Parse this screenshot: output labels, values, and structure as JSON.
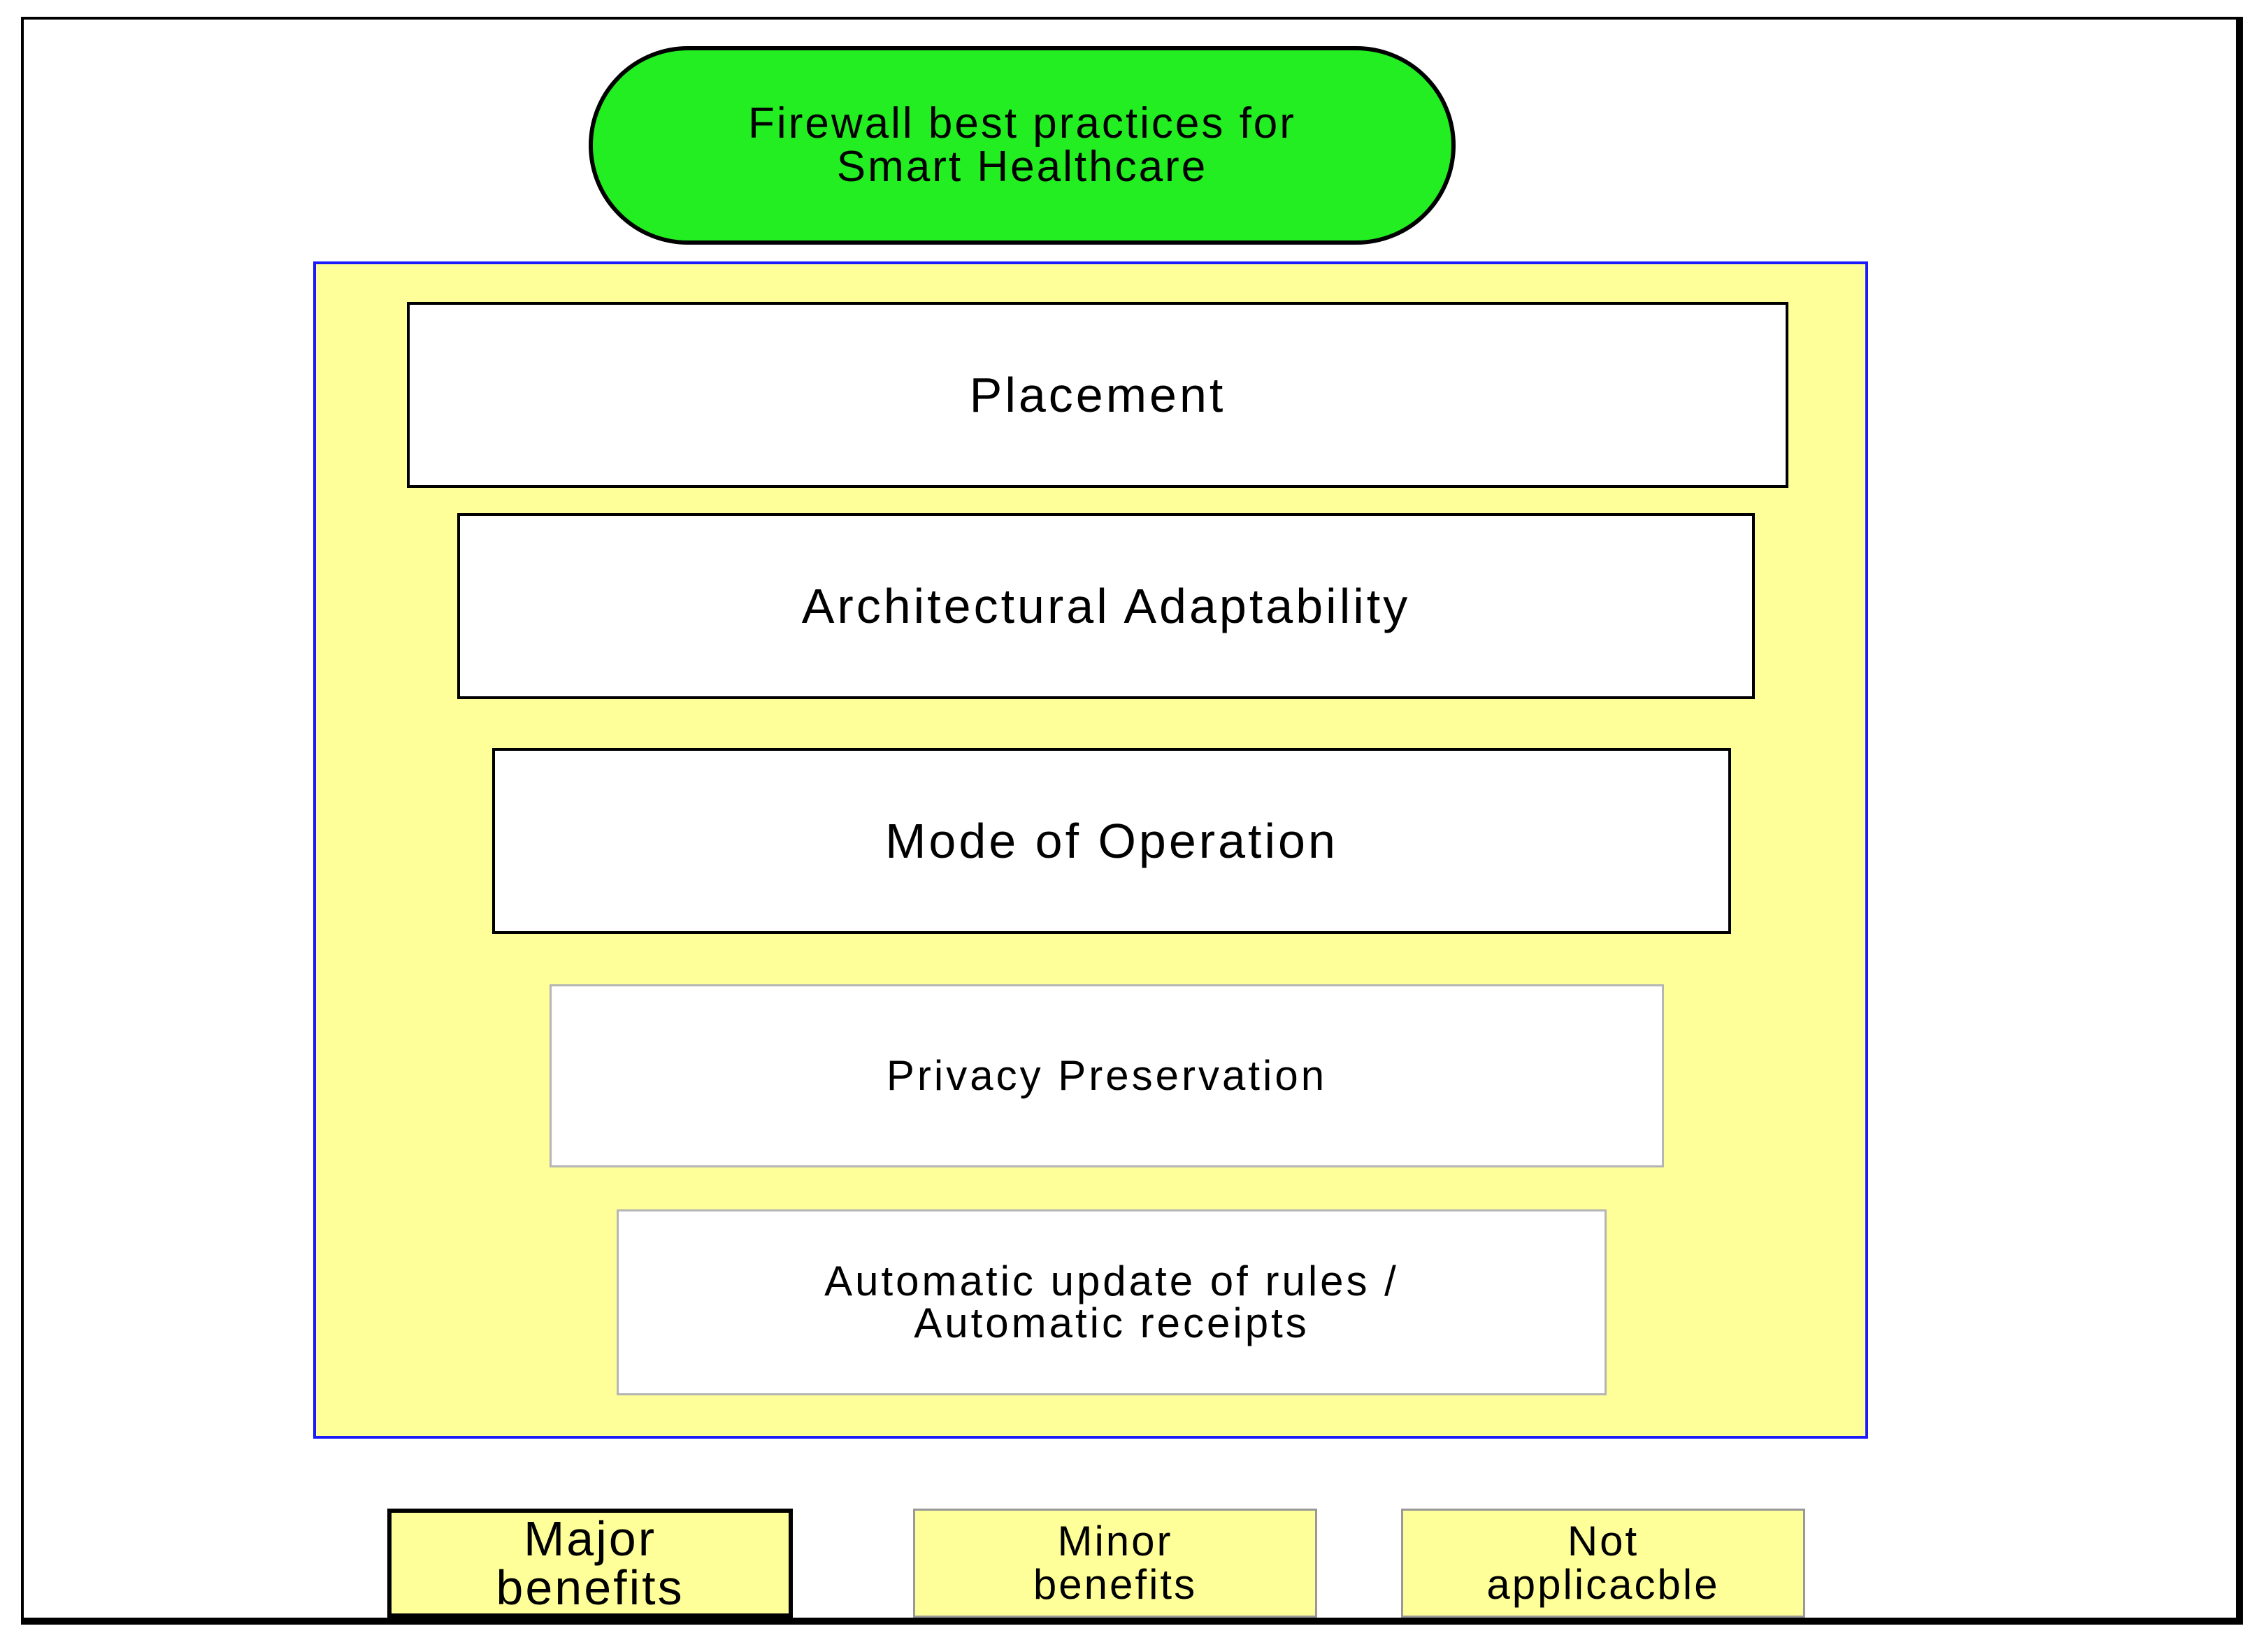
{
  "title": "Firewall best practices for\nSmart Healthcare",
  "practices": [
    {
      "label": "Placement",
      "benefit": "Major benefits"
    },
    {
      "label": "Architectural Adaptability",
      "benefit": "Major benefits"
    },
    {
      "label": "Mode of Operation",
      "benefit": "Major benefits"
    },
    {
      "label": "Privacy Preservation",
      "benefit": "Minor benefits"
    },
    {
      "label": "Automatic update of rules /\nAutomatic receipts",
      "benefit": "Minor benefits"
    }
  ],
  "legend": {
    "major": "Major\nbenefits",
    "minor": "Minor\nbenefits",
    "not_applicable": "Not\napplicacble"
  },
  "colors": {
    "title_fill": "#22ee22",
    "panel_fill": "#ffff99",
    "panel_border": "#1a1aff"
  }
}
